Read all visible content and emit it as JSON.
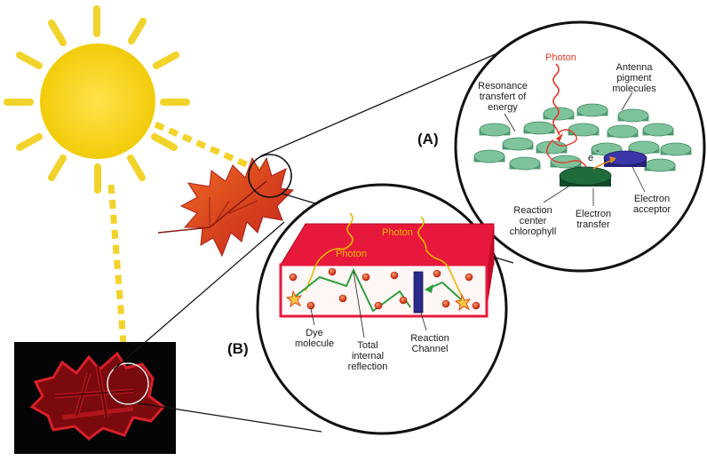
{
  "panel_a": {
    "tag": "(A)",
    "photon": "Photon",
    "antenna_1": "Antenna",
    "antenna_2": "pigment",
    "antenna_3": "molecules",
    "resonance_1": "Resonance",
    "resonance_2": "transfert of",
    "resonance_3": "energy",
    "electron_symbol": "e",
    "electron_sup": "-",
    "rc_1": "Reaction",
    "rc_2": "center",
    "rc_3": "chlorophyll",
    "et_1": "Electron",
    "et_2": "transfer",
    "ea_1": "Electron",
    "ea_2": "acceptor"
  },
  "panel_b": {
    "tag": "(B)",
    "photon_left": "Photon",
    "photon_right": "Photon",
    "dye_1": "Dye",
    "dye_2": "molecule",
    "total_1": "Total",
    "total_2": "internal",
    "total_3": "reflection",
    "rch_1": "Reaction",
    "rch_2": "Channel"
  },
  "colors": {
    "sun": "#f4d40f",
    "sun_ray": "#f2d32a",
    "leaf": "#d9381e",
    "pigment": "#7fc39c",
    "reaction_center": "#1f6b3c",
    "acceptor": "#3a35a8",
    "slab_top": "#e8183c",
    "dye": "#d93a1a",
    "ray_green": "#2e9e3a",
    "photon_red": "#e03a2a",
    "photon_yellow": "#e8b800",
    "channel": "#2a2a8a"
  }
}
